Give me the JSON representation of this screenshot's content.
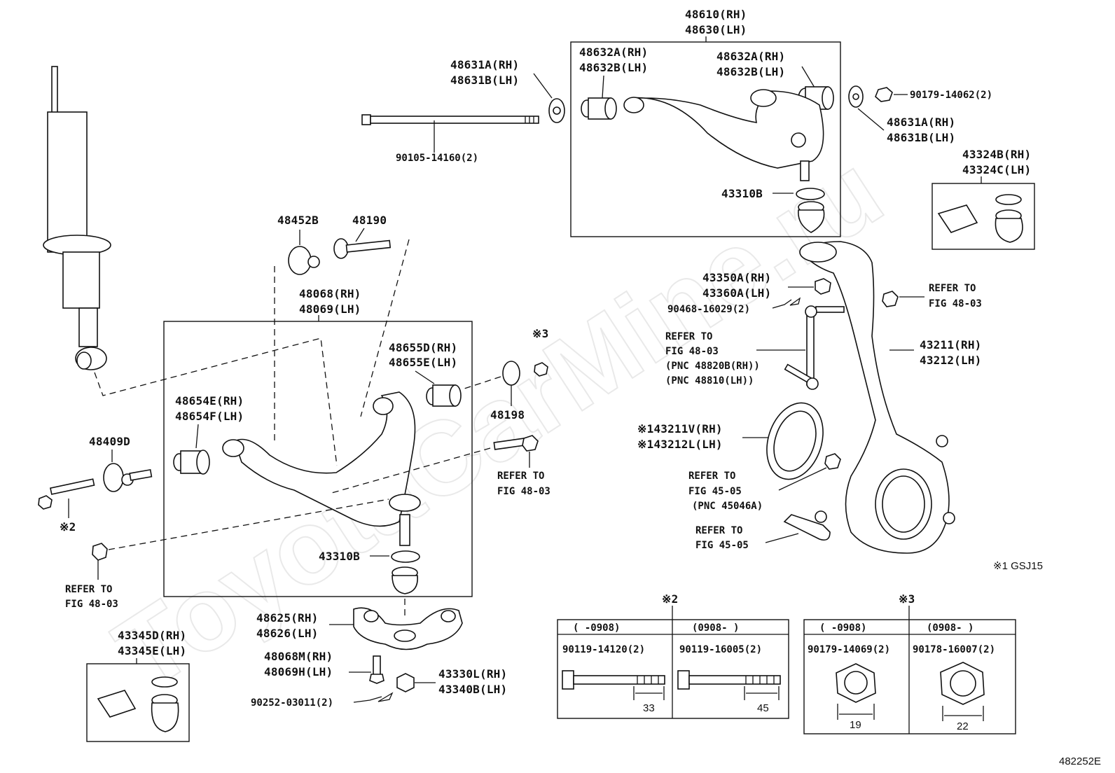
{
  "watermark": "ToyotaCarMine.ru",
  "diagram_code": "482252E",
  "footnote_gsj15": "※1 GSJ15",
  "labels": {
    "upper_arm_box": [
      "48610(RH)",
      "48630(LH)"
    ],
    "upper_bush_left": [
      "48632A(RH)",
      "48632B(LH)"
    ],
    "upper_bush_right": [
      "48632A(RH)",
      "48632B(LH)"
    ],
    "upper_cam_left": [
      "48631A(RH)",
      "48631B(LH)"
    ],
    "upper_cam_right": [
      "48631A(RH)",
      "48631B(LH)"
    ],
    "upper_bolt": "90105-14160(2)",
    "upper_nut": "90179-14062(2)",
    "upper_ball_boot_kit": [
      "43324B(RH)",
      "43324C(LH)"
    ],
    "upper_ring": "43310B",
    "sway_nut": [
      "43350A(RH)",
      "43360A(LH)"
    ],
    "cotter_pin_upper": "90468-16029(2)",
    "refer_stabilizer": [
      "REFER TO",
      "FIG 48-03",
      "(PNC 48820B(RH))",
      "(PNC 48810(LH))"
    ],
    "refer_knuckle_nut": [
      "REFER TO",
      "FIG 48-03"
    ],
    "knuckle": [
      "43211(RH)",
      "43212(LH)"
    ],
    "dust_deflector": [
      "※143211V(RH)",
      "※143212L(LH)"
    ],
    "refer_hub": [
      "REFER TO",
      "FIG 45-05",
      "(PNC 45046A)"
    ],
    "refer_tie_rod": [
      "REFER TO",
      "FIG 45-05"
    ],
    "cam_plate": "48452B",
    "cam_bolt": "48190",
    "lower_arm_box": [
      "48068(RH)",
      "48069(LH)"
    ],
    "lower_bush_rear": [
      "48655D(RH)",
      "48655E(LH)"
    ],
    "lower_bush_front": [
      "48654E(RH)",
      "48654F(LH)"
    ],
    "mark3": "※3",
    "washer_48198": "48198",
    "refer_bolt": [
      "REFER TO",
      "FIG 48-03"
    ],
    "cam_48409D": "48409D",
    "mark2": "※2",
    "refer_nut": [
      "REFER TO",
      "FIG 48-03"
    ],
    "lower_ring": "43310B",
    "lower_ball_boot_kit": [
      "43345D(RH)",
      "43345E(LH)"
    ],
    "ball_joint": [
      "48625(RH)",
      "48626(LH)"
    ],
    "ball_joint_bolt": [
      "48068M(RH)",
      "48069H(LH)"
    ],
    "castle_nut": [
      "43330L(RH)",
      "43340B(LH)"
    ],
    "cotter_pin_lower": "90252-03011(2)"
  },
  "table2": {
    "mark": "※2",
    "col1": {
      "range": "(      -0908)",
      "part": "90119-14120(2)",
      "dim": "33"
    },
    "col2": {
      "range": "(0908-      )",
      "part": "90119-16005(2)",
      "dim": "45"
    }
  },
  "table3": {
    "mark": "※3",
    "col1": {
      "range": "(      -0908)",
      "part": "90179-14069(2)",
      "dim": "19"
    },
    "col2": {
      "range": "(0908-      )",
      "part": "90178-16007(2)",
      "dim": "22"
    }
  }
}
